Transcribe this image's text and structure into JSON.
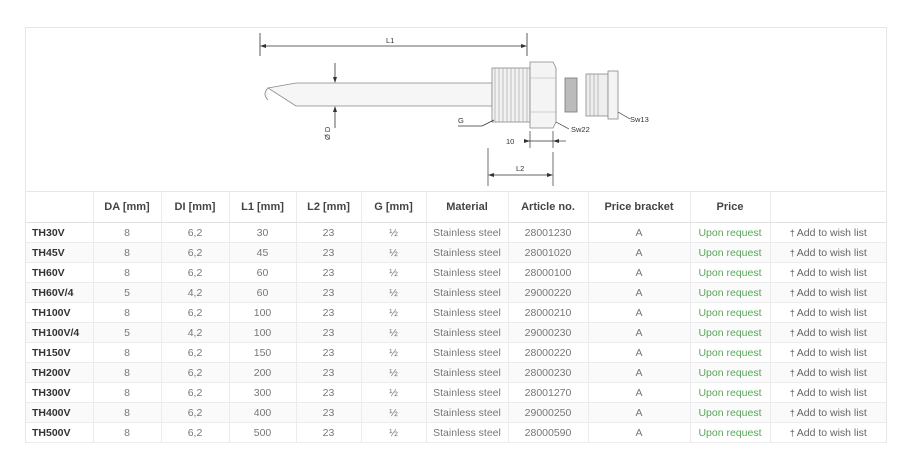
{
  "drawing": {
    "labels": {
      "l1": "L1",
      "od": "Ø D",
      "g": "G",
      "sw22": "Sw22",
      "sw13": "Sw13",
      "ten": "10",
      "l2": "L2"
    }
  },
  "table": {
    "headers": [
      "",
      "DA [mm]",
      "DI [mm]",
      "L1 [mm]",
      "L2 [mm]",
      "G [mm]",
      "Material",
      "Article no.",
      "Price bracket",
      "Price",
      ""
    ],
    "wish_label": "Add to wish list",
    "rows": [
      {
        "model": "TH30V",
        "da": "8",
        "di": "6,2",
        "l1": "30",
        "l2": "23",
        "g": "½",
        "material": "Stainless steel",
        "article": "28001230",
        "bracket": "A",
        "price": "Upon request"
      },
      {
        "model": "TH45V",
        "da": "8",
        "di": "6,2",
        "l1": "45",
        "l2": "23",
        "g": "½",
        "material": "Stainless steel",
        "article": "28001020",
        "bracket": "A",
        "price": "Upon request"
      },
      {
        "model": "TH60V",
        "da": "8",
        "di": "6,2",
        "l1": "60",
        "l2": "23",
        "g": "½",
        "material": "Stainless steel",
        "article": "28000100",
        "bracket": "A",
        "price": "Upon request"
      },
      {
        "model": "TH60V/4",
        "da": "5",
        "di": "4,2",
        "l1": "60",
        "l2": "23",
        "g": "½",
        "material": "Stainless steel",
        "article": "29000220",
        "bracket": "A",
        "price": "Upon request"
      },
      {
        "model": "TH100V",
        "da": "8",
        "di": "6,2",
        "l1": "100",
        "l2": "23",
        "g": "½",
        "material": "Stainless steel",
        "article": "28000210",
        "bracket": "A",
        "price": "Upon request"
      },
      {
        "model": "TH100V/4",
        "da": "5",
        "di": "4,2",
        "l1": "100",
        "l2": "23",
        "g": "½",
        "material": "Stainless steel",
        "article": "29000230",
        "bracket": "A",
        "price": "Upon request"
      },
      {
        "model": "TH150V",
        "da": "8",
        "di": "6,2",
        "l1": "150",
        "l2": "23",
        "g": "½",
        "material": "Stainless steel",
        "article": "28000220",
        "bracket": "A",
        "price": "Upon request"
      },
      {
        "model": "TH200V",
        "da": "8",
        "di": "6,2",
        "l1": "200",
        "l2": "23",
        "g": "½",
        "material": "Stainless steel",
        "article": "28000230",
        "bracket": "A",
        "price": "Upon request"
      },
      {
        "model": "TH300V",
        "da": "8",
        "di": "6,2",
        "l1": "300",
        "l2": "23",
        "g": "½",
        "material": "Stainless steel",
        "article": "28001270",
        "bracket": "A",
        "price": "Upon request"
      },
      {
        "model": "TH400V",
        "da": "8",
        "di": "6,2",
        "l1": "400",
        "l2": "23",
        "g": "½",
        "material": "Stainless steel",
        "article": "29000250",
        "bracket": "A",
        "price": "Upon request"
      },
      {
        "model": "TH500V",
        "da": "8",
        "di": "6,2",
        "l1": "500",
        "l2": "23",
        "g": "½",
        "material": "Stainless steel",
        "article": "28000590",
        "bracket": "A",
        "price": "Upon request"
      }
    ]
  }
}
